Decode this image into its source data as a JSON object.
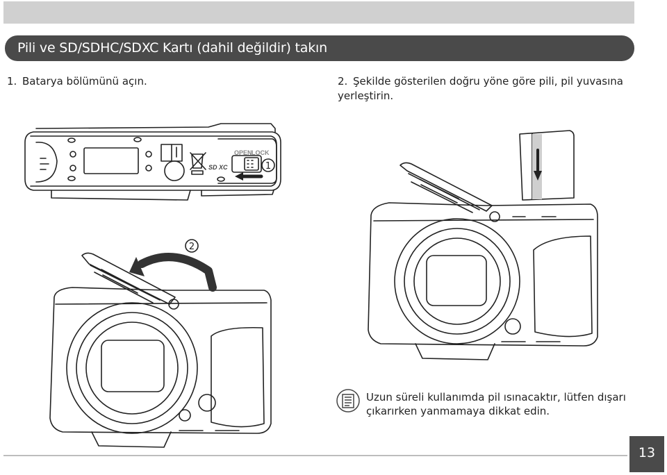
{
  "title": "Pili ve SD/SDHC/SDXC Kartı (dahil değildir) takın",
  "steps": [
    {
      "number": "1.",
      "text": "Batarya bölümünü açın."
    },
    {
      "number": "2.",
      "text": "Şekilde gösterilen doğru yöne göre pili, pil yuvasına yerleştirin."
    }
  ],
  "illustration": {
    "label_open": "OPEN",
    "label_lock": "LOCK",
    "callout_1": "1",
    "callout_2": "2",
    "sd_logo": "SD XC"
  },
  "note": {
    "icon": "note-icon",
    "text": "Uzun süreli kullanımda pil ısınacaktır, lütfen dışarı çıkarırken yanmamaya dikkat edin."
  },
  "page_number": "13",
  "colors": {
    "title_bar": "#4a4a4a",
    "top_strip": "#d0d0d0",
    "line_art": "#222222"
  }
}
